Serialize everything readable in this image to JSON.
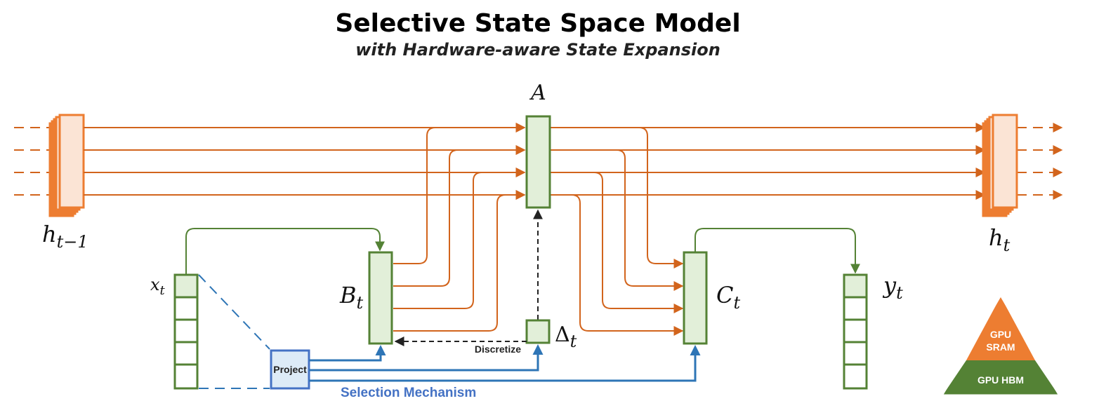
{
  "title": "Selective State Space Model",
  "subtitle": "with Hardware-aware State Expansion",
  "labels": {
    "A": "A",
    "h_prev_base": "h",
    "h_prev_sub": "t−1",
    "h_next_base": "h",
    "h_next_sub": "t",
    "x_base": "x",
    "x_sub": "t",
    "y_base": "y",
    "y_sub": "t",
    "B_base": "B",
    "B_sub": "t",
    "C_base": "C",
    "C_sub": "t",
    "delta_base": "Δ",
    "delta_sub": "t"
  },
  "project_label": "Project",
  "discretize_label": "Discretize",
  "selection_label": "Selection Mechanism",
  "memory": {
    "top_label_line1": "GPU",
    "top_label_line2": "SRAM",
    "bottom_label": "GPU HBM",
    "top_color": "#ed7d31",
    "bottom_color": "#548235"
  },
  "colors": {
    "state_path": "#d2641c",
    "parameter": "#548235",
    "selection": "#2e75b6"
  }
}
